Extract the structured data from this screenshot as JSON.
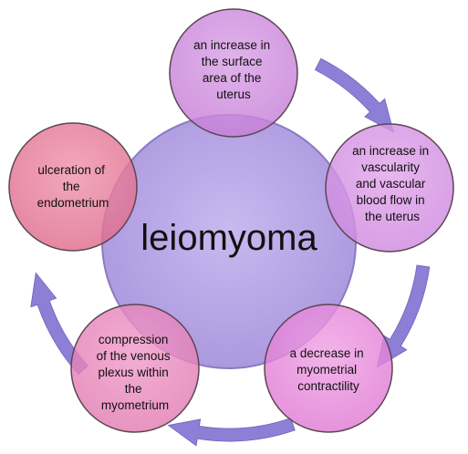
{
  "center": {
    "label": "leiomyoma"
  },
  "nodes": [
    {
      "id": "surface-area",
      "lines": [
        "an increase in",
        "the surface",
        "area of the",
        "uterus"
      ]
    },
    {
      "id": "vascularity",
      "lines": [
        "an increase in",
        "vascularity",
        "and vascular",
        "blood flow in",
        "the uterus"
      ]
    },
    {
      "id": "contractility",
      "lines": [
        "a decrease in",
        "myometrial",
        "contractility"
      ]
    },
    {
      "id": "venous-compression",
      "lines": [
        "compression",
        "of the venous",
        "plexus within",
        "the",
        "myometrium"
      ]
    },
    {
      "id": "ulceration",
      "lines": [
        "ulceration of",
        "the",
        "endometrium"
      ]
    }
  ],
  "colors": {
    "center_fill": "#b7a4e6",
    "center_stroke": "#8b7bc2",
    "arrow_fill": "#8d7fd6",
    "node_stroke": "#5a4752"
  }
}
